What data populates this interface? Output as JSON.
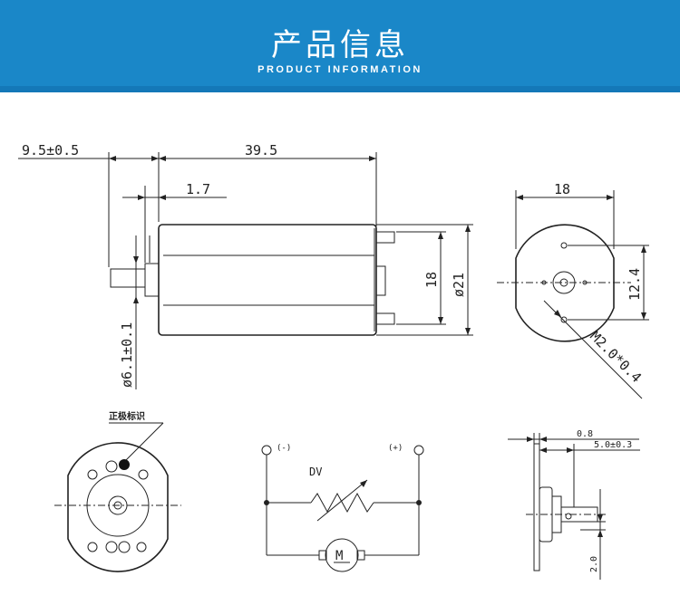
{
  "header": {
    "title": "产品信息",
    "subtitle": "PRODUCT INFORMATION",
    "colors": {
      "banner": "#1a87c8",
      "banner_strip": "#1478b8"
    }
  },
  "side_view": {
    "shaft_length": "9.5±0.5",
    "body_length": "39.5",
    "boss_length": "1.7",
    "height_flat": "18",
    "diameter": "ø21",
    "boss_diameter": "ø6.1±0.1"
  },
  "end_view": {
    "width": "18",
    "hole_spacing": "12.4",
    "screw": "M2.0*0.4"
  },
  "polarity_view": {
    "label": "正极标识"
  },
  "circuit": {
    "neg_label": "(-)",
    "pos_label": "(+)",
    "voltage_label": "DV",
    "motor_label": "M"
  },
  "terminal_view": {
    "thickness": "0.8",
    "protrusion": "5.0±0.3",
    "offset": "2.0"
  }
}
